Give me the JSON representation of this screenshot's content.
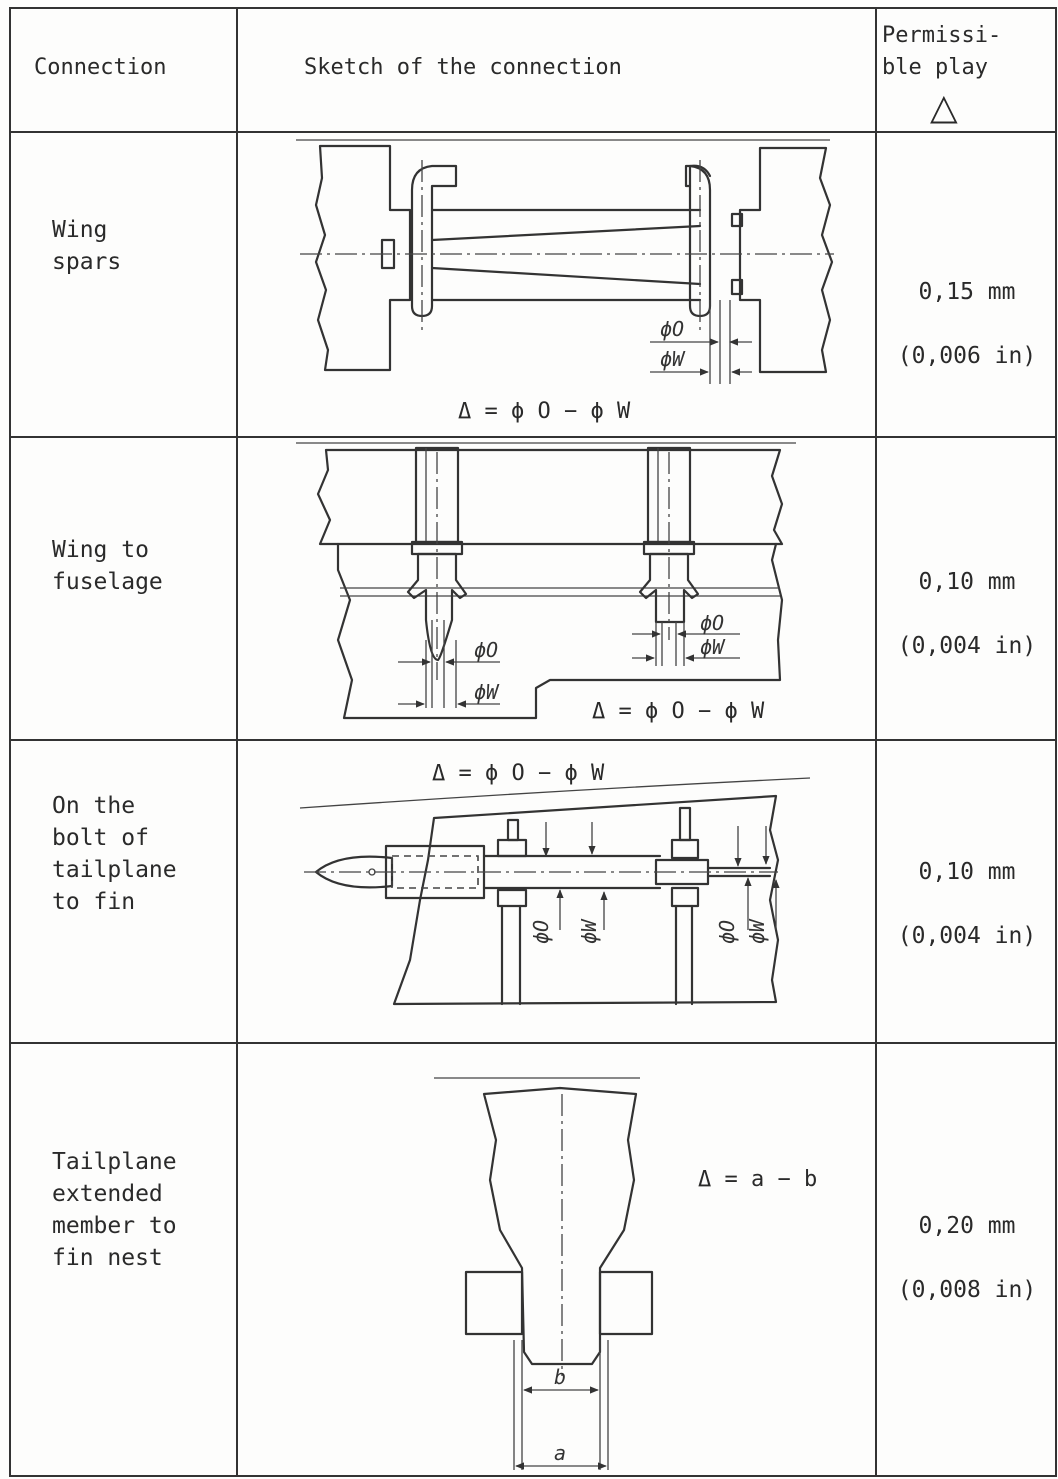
{
  "headers": {
    "connection": "Connection",
    "sketch": "Sketch of the connection",
    "play": "Permissi-\nble play",
    "play_symbol": "△"
  },
  "rows": [
    {
      "connection": "Wing\nspars",
      "formula": "Δ = ϕ O − ϕ W",
      "dims": [
        "ϕO",
        "ϕW"
      ],
      "play_mm": "0,15 mm",
      "play_in": "(0,006 in)"
    },
    {
      "connection": "Wing to\nfuselage",
      "formula": "Δ = ϕ O − ϕ W",
      "dims": [
        "ϕO",
        "ϕW",
        "ϕO",
        "ϕW"
      ],
      "play_mm": "0,10 mm",
      "play_in": "(0,004 in)"
    },
    {
      "connection": "On the\nbolt of\ntailplane\nto fin",
      "formula": "Δ = ϕ O − ϕ W",
      "dims": [
        "ϕO",
        "ϕW",
        "ϕO",
        "ϕW"
      ],
      "play_mm": "0,10 mm",
      "play_in": "(0,004 in)"
    },
    {
      "connection": "Tailplane\nextended\nmember to\nfin nest",
      "formula": "Δ = a − b",
      "dims": [
        "b",
        "a"
      ],
      "play_mm": "0,20 mm",
      "play_in": "(0,008 in)"
    }
  ]
}
